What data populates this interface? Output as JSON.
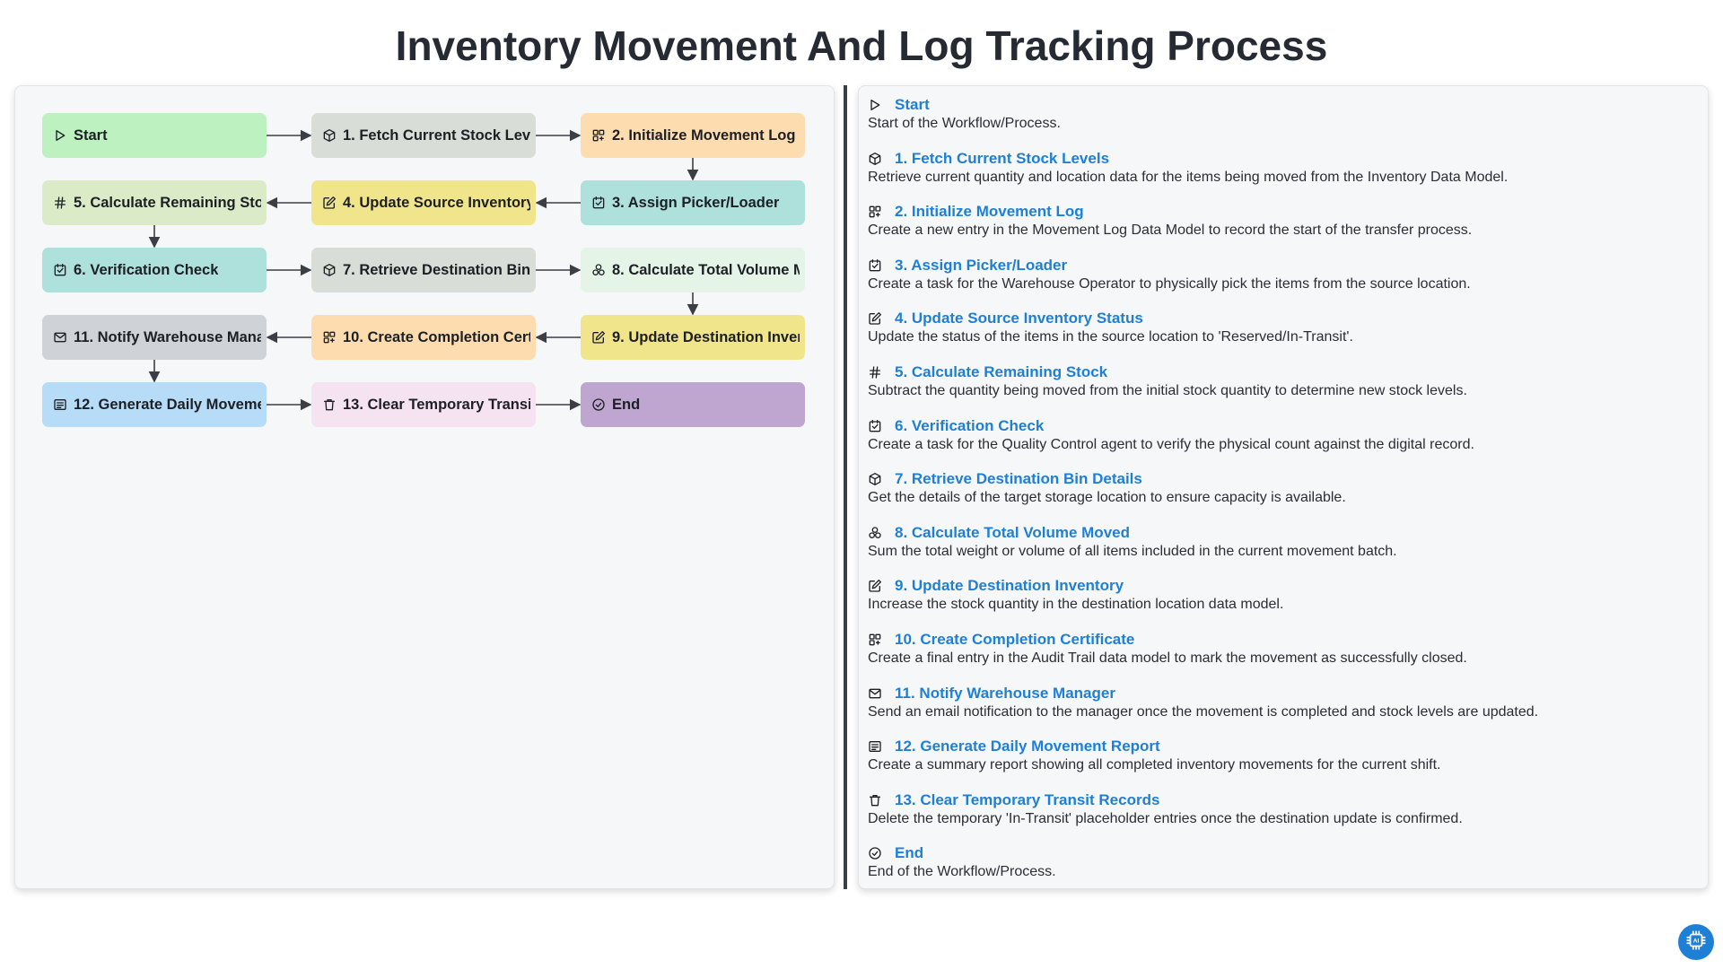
{
  "page": {
    "title": "Inventory Movement And Log Tracking Process"
  },
  "colors": {
    "link": "#1e7fd6",
    "green": "#bdf2c0",
    "gray": "#d9ddd8",
    "orange": "#fddcb0",
    "yellow": "#f1e58c",
    "teal": "#aee0dc",
    "lime": "#dbebc8",
    "mint": "#e4f4e6",
    "slate": "#cfd3d8",
    "blue": "#b7dcf7",
    "pink": "#f6e3f1",
    "purple": "#bea6d0"
  },
  "steps": [
    {
      "label": "Start",
      "icon": "play-icon",
      "color": "green",
      "description": "Start of the Workflow/Process."
    },
    {
      "label": "1. Fetch Current Stock Levels",
      "icon": "package-icon",
      "color": "gray",
      "description": "Retrieve current quantity and location data for the items being moved from the Inventory Data Model."
    },
    {
      "label": "2. Initialize Movement Log",
      "icon": "grid-plus-icon",
      "color": "orange",
      "description": "Create a new entry in the Movement Log Data Model to record the start of the transfer process."
    },
    {
      "label": "3. Assign Picker/Loader",
      "icon": "checkbox-icon",
      "color": "teal",
      "description": "Create a task for the Warehouse Operator to physically pick the items from the source location."
    },
    {
      "label": "4. Update Source Inventory Status",
      "icon": "edit-icon",
      "color": "yellow",
      "description": "Update the status of the items in the source location to 'Reserved/In-Transit'."
    },
    {
      "label": "5. Calculate Remaining Stock",
      "icon": "variable-icon",
      "color": "lime",
      "description": "Subtract the quantity being moved from the initial stock quantity to determine new stock levels."
    },
    {
      "label": "6. Verification Check",
      "icon": "checkbox-icon",
      "color": "teal",
      "description": "Create a task for the Quality Control agent to verify the physical count against the digital record."
    },
    {
      "label": "7. Retrieve Destination Bin Details",
      "icon": "package-icon",
      "color": "gray",
      "description": "Get the details of the target storage location to ensure capacity is available."
    },
    {
      "label": "8. Calculate Total Volume Moved",
      "icon": "aggregate-icon",
      "color": "mint",
      "description": "Sum the total weight or volume of all items included in the current movement batch."
    },
    {
      "label": "9. Update Destination Inventory",
      "icon": "edit-icon",
      "color": "yellow",
      "description": "Increase the stock quantity in the destination location data model."
    },
    {
      "label": "10. Create Completion Certificate",
      "icon": "grid-plus-icon",
      "color": "orange",
      "description": "Create a final entry in the Audit Trail data model to mark the movement as successfully closed."
    },
    {
      "label": "11. Notify Warehouse Manager",
      "icon": "mail-icon",
      "color": "slate",
      "description": "Send an email notification to the manager once the movement is completed and stock levels are updated."
    },
    {
      "label": "12. Generate Daily Movement Report",
      "icon": "report-icon",
      "color": "blue",
      "description": "Create a summary report showing all completed inventory movements for the current shift."
    },
    {
      "label": "13. Clear Temporary Transit Records",
      "icon": "trash-icon",
      "color": "pink",
      "description": "Delete the temporary 'In-Transit' placeholder entries once the destination update is confirmed."
    },
    {
      "label": "End",
      "icon": "check-circle-icon",
      "color": "purple",
      "description": "End of the Workflow/Process."
    }
  ],
  "flow": {
    "grid": [
      [
        0,
        0
      ],
      [
        0,
        1
      ],
      [
        0,
        2
      ],
      [
        1,
        2
      ],
      [
        1,
        1
      ],
      [
        1,
        0
      ],
      [
        2,
        0
      ],
      [
        2,
        1
      ],
      [
        2,
        2
      ],
      [
        3,
        2
      ],
      [
        3,
        1
      ],
      [
        3,
        0
      ],
      [
        4,
        0
      ],
      [
        4,
        1
      ],
      [
        4,
        2
      ]
    ]
  },
  "badge": {
    "icon": "ai-chip-icon"
  }
}
